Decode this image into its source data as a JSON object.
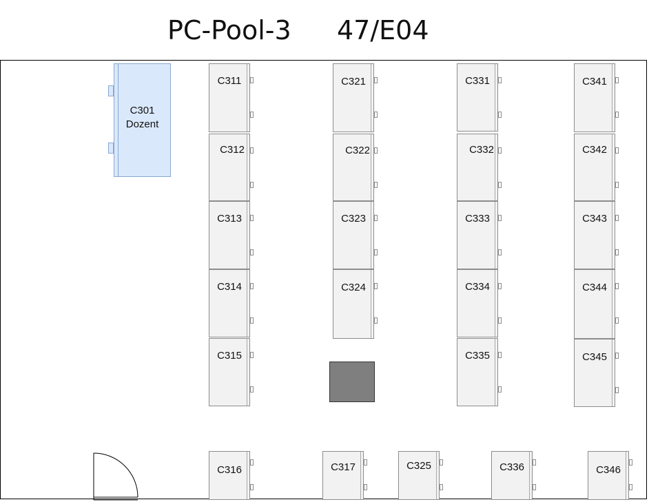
{
  "header": {
    "pool": "PC-Pool-3",
    "room": "47/E04"
  },
  "teacher_desk": {
    "id": "C301",
    "role": "Dozent",
    "color": "#dae8fc"
  },
  "desks": [
    {
      "id": "C311"
    },
    {
      "id": "C312"
    },
    {
      "id": "C313"
    },
    {
      "id": "C314"
    },
    {
      "id": "C315"
    },
    {
      "id": "C316"
    },
    {
      "id": "C321"
    },
    {
      "id": "C322"
    },
    {
      "id": "C323"
    },
    {
      "id": "C324"
    },
    {
      "id": "C317"
    },
    {
      "id": "C325"
    },
    {
      "id": "C331"
    },
    {
      "id": "C332"
    },
    {
      "id": "C333"
    },
    {
      "id": "C334"
    },
    {
      "id": "C335"
    },
    {
      "id": "C336"
    },
    {
      "id": "C341"
    },
    {
      "id": "C342"
    },
    {
      "id": "C343"
    },
    {
      "id": "C344"
    },
    {
      "id": "C345"
    },
    {
      "id": "C346"
    }
  ],
  "pillar_color": "#7f7f7f",
  "door_icon": "door-swing-icon"
}
